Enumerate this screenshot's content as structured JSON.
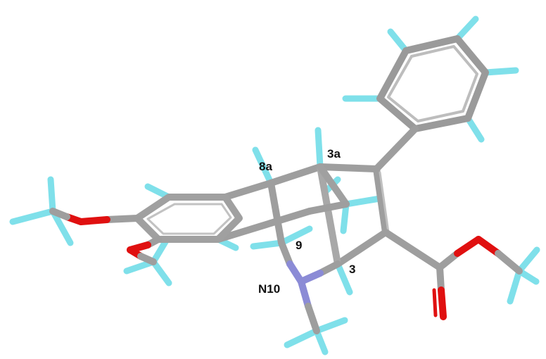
{
  "colors": {
    "carbon": "#9e9e9e",
    "carbon_light": "#c6c6c6",
    "hydrogen": "#7fe0ea",
    "hydrogen_light": "#bff2f6",
    "oxygen": "#e01010",
    "nitrogen": "#8b8bd6",
    "label": "#111111"
  },
  "labels": {
    "c8a": "8a",
    "c3a": "3a",
    "c9": "9",
    "n10": "N10",
    "c3": "3"
  }
}
